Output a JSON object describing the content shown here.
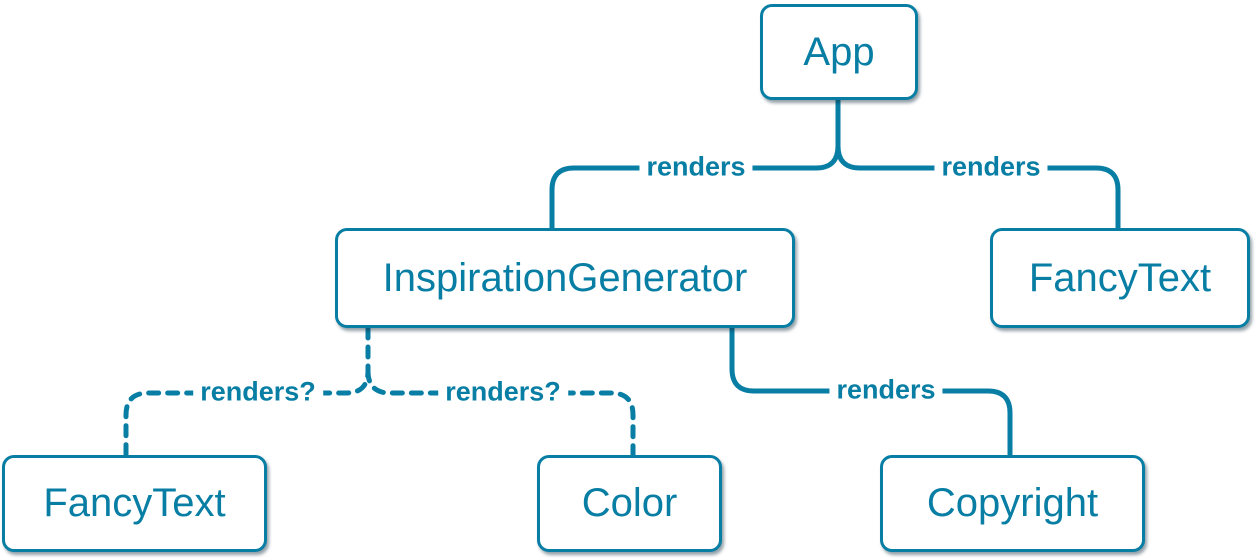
{
  "diagram": {
    "accent_color": "#087ea4",
    "node_fill_color": "#ffffff",
    "nodes": [
      {
        "id": "app",
        "label": "App"
      },
      {
        "id": "inspiration-generator",
        "label": "InspirationGenerator"
      },
      {
        "id": "fancy-text-top",
        "label": "FancyText"
      },
      {
        "id": "fancy-text-bottom",
        "label": "FancyText"
      },
      {
        "id": "color",
        "label": "Color"
      },
      {
        "id": "copyright",
        "label": "Copyright"
      }
    ],
    "edges": [
      {
        "from": "App",
        "to": "InspirationGenerator",
        "label": "renders",
        "style": "solid"
      },
      {
        "from": "App",
        "to": "FancyText",
        "label": "renders",
        "style": "solid"
      },
      {
        "from": "InspirationGenerator",
        "to": "FancyText",
        "label": "renders?",
        "style": "dashed"
      },
      {
        "from": "InspirationGenerator",
        "to": "Color",
        "label": "renders?",
        "style": "dashed"
      },
      {
        "from": "InspirationGenerator",
        "to": "Copyright",
        "label": "renders",
        "style": "solid"
      }
    ]
  }
}
